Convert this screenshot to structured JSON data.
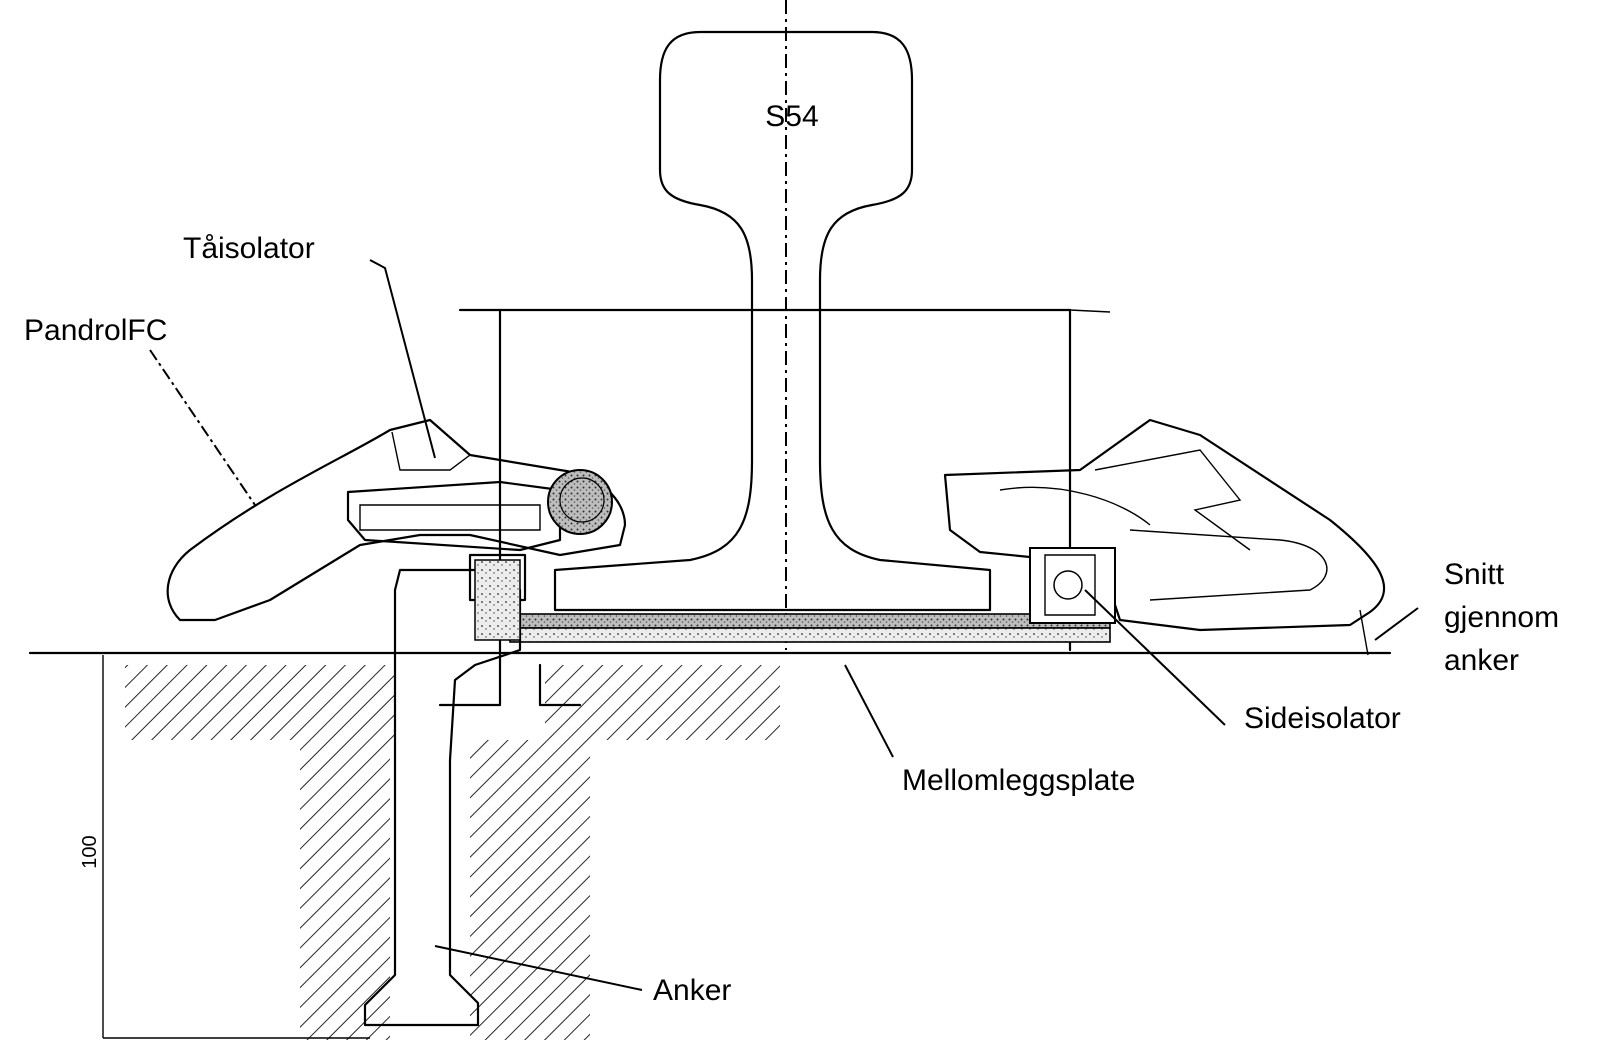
{
  "labels": {
    "rail": "S54",
    "toe_insulator": "Tåisolator",
    "clip": "PandrolFC",
    "section_line1": "Snitt",
    "section_line2": "gjennom",
    "section_line3": "anker",
    "side_insulator": "Sideisolator",
    "pad": "Mellomleggsplate",
    "anchor": "Anker",
    "dimension": "100"
  },
  "colors": {
    "line": "#000000",
    "background": "#ffffff",
    "stipple": "#888888"
  }
}
